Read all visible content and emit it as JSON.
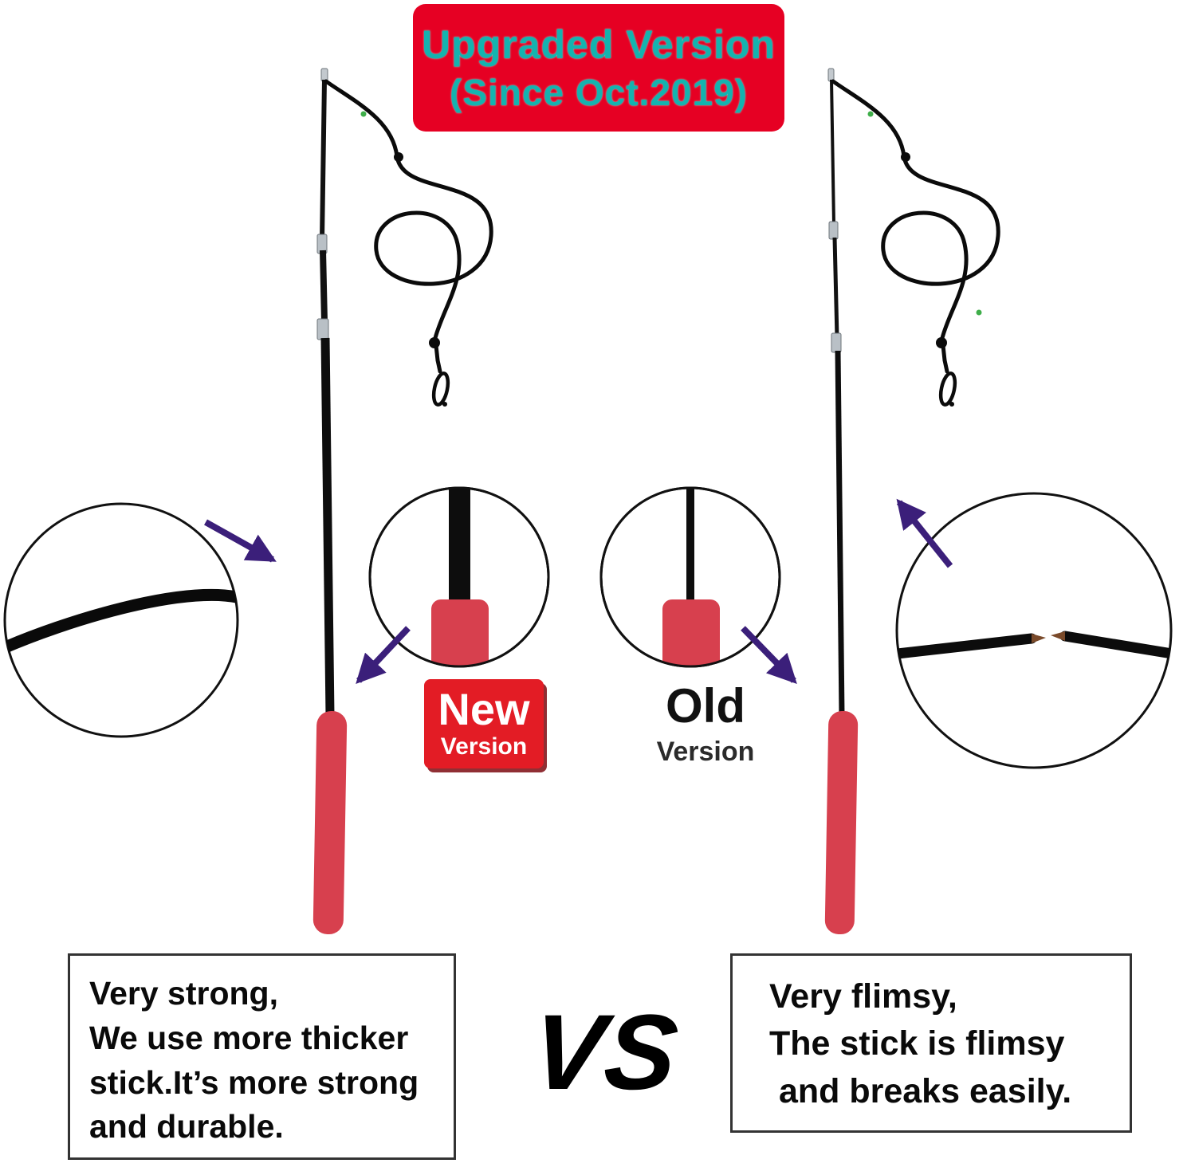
{
  "banner": {
    "title": "Upgraded Version",
    "subtitle": "(Since Oct.2019)"
  },
  "labels": {
    "new_badge": {
      "line1": "New",
      "line2": "Version"
    },
    "old_label": {
      "line1": "Old",
      "line2": "Version"
    },
    "vs": "VS"
  },
  "callouts": {
    "new_box": {
      "lines": [
        "Very strong,",
        "We use more thicker",
        "stick.It’s more strong",
        "and durable."
      ]
    },
    "old_box": {
      "lines": [
        "Very flimsy,",
        "The stick is flimsy",
        " and breaks easily."
      ]
    }
  },
  "colors": {
    "banner_background": "#e60023",
    "banner_text": "#14b3af",
    "badge_red": "#e31c25",
    "handle_red": "#d7404e",
    "arrow_purple": "#3b1f7a",
    "pole_black": "#0d0d0d",
    "ferrule_silver": "#b9c0c6"
  }
}
